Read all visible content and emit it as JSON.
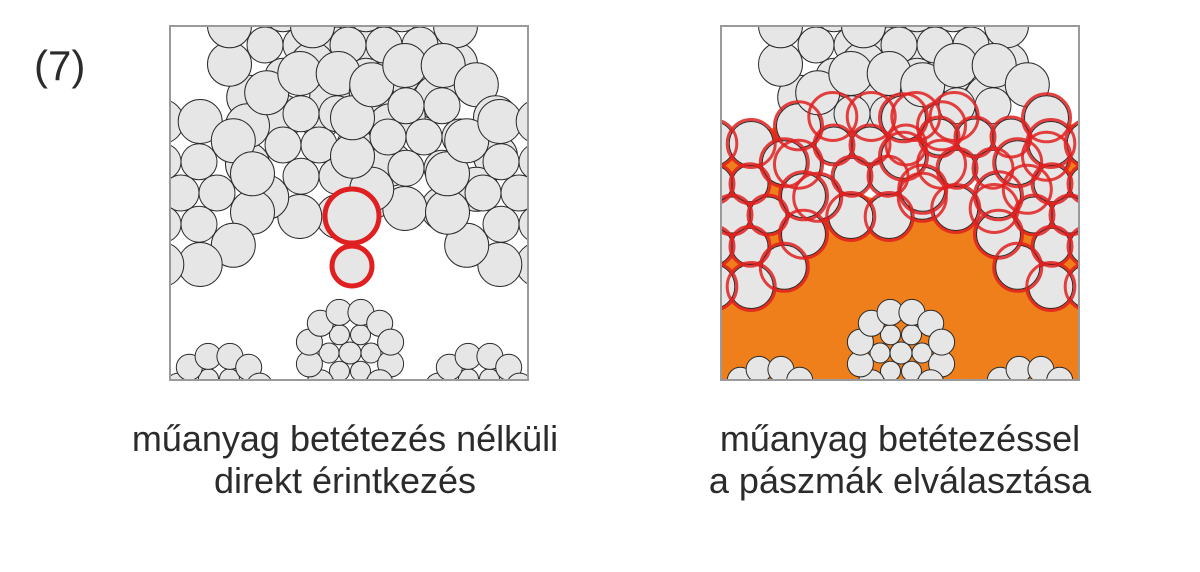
{
  "figure_label": "(7)",
  "left_panel": {
    "caption_line1": "műanyag betétezés nélküli",
    "caption_line2": "direkt érintkezés"
  },
  "right_panel": {
    "caption_line1": "műanyag betétezéssel",
    "caption_line2": "a pászmák elválasztása"
  },
  "colors": {
    "wire_fill": "#e6e6e6",
    "wire_stroke": "#2a2a2a",
    "contact_highlight": "#e02020",
    "plastic_insert": "#ef7f1a",
    "frame": "#9a9a9a"
  }
}
